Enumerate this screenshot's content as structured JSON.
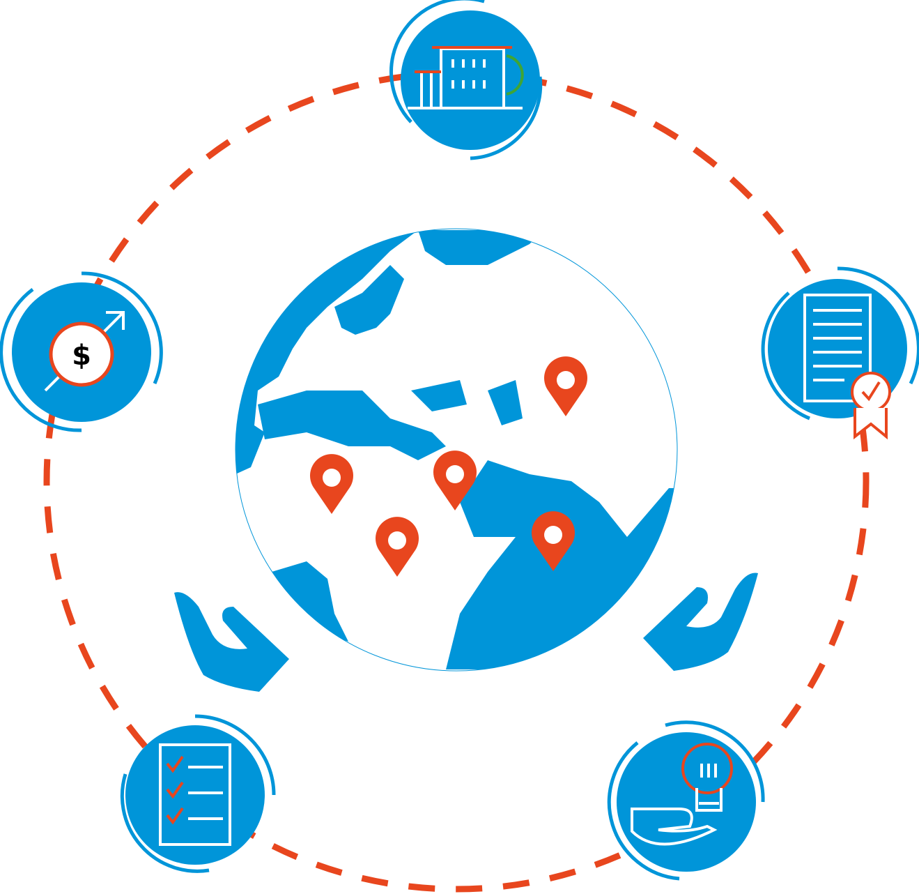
{
  "colors": {
    "blue": "#0095D9",
    "orange": "#E8461E",
    "green": "#3FA535",
    "white": "#FFFFFF"
  },
  "nodes": [
    {
      "id": "factory",
      "icon": "factory-icon"
    },
    {
      "id": "certificate",
      "icon": "certificate-icon"
    },
    {
      "id": "idea",
      "icon": "lightbulb-hand-icon"
    },
    {
      "id": "checklist",
      "icon": "checklist-icon"
    },
    {
      "id": "finance",
      "icon": "dollar-growth-icon",
      "symbol": "$"
    }
  ],
  "center": {
    "icon": "globe-icon",
    "pins": 5
  }
}
